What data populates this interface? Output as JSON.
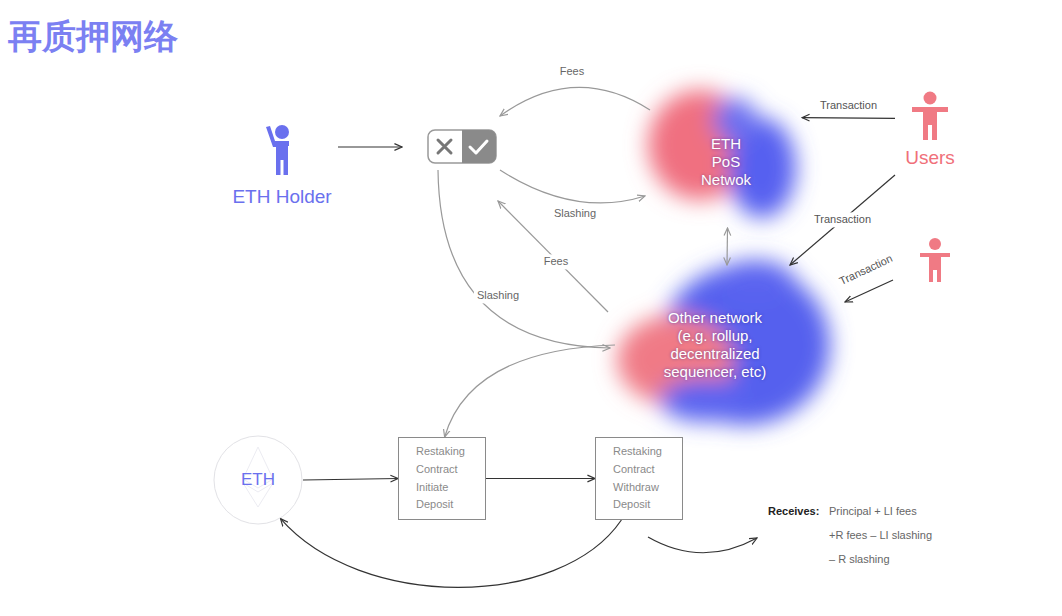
{
  "diagram": {
    "title": "再质押网络",
    "nodes": [
      {
        "text": [
          "ETH Holder"
        ]
      },
      {
        "text": [
          "ETH PoS Netwok"
        ]
      },
      {
        "text": [
          "Users"
        ]
      },
      {
        "text": [
          "Other network (e.g. rollup, decentralized sequencer, etc)"
        ]
      },
      {
        "text": [
          "ETH"
        ]
      },
      {
        "text": [
          "Restaking Contract Initiate Deposit"
        ]
      },
      {
        "text": [
          "Restaking Contract Withdraw Deposit"
        ]
      }
    ],
    "edges": [
      {
        "from": 2,
        "to": 1,
        "label": "Transaction",
        "arrow": "to"
      },
      {
        "from": 2,
        "to": 3,
        "label": "Transaction",
        "arrow": "to"
      },
      {
        "from": 1,
        "to": 3,
        "arrow": "both"
      },
      {
        "from": 3,
        "to": 5,
        "arrow": "to"
      },
      {
        "from": 4,
        "to": 5,
        "arrow": "to"
      },
      {
        "from": 5,
        "to": 6,
        "arrow": "to"
      },
      {
        "from": 6,
        "to": 4,
        "arrow": "to"
      }
    ],
    "labels": [
      "Fees",
      "Slashing",
      "Fees",
      "Slashing",
      "Transaction",
      "Receives:",
      "Principal + LI fees",
      "+R fees – LI slashing",
      "– R slashing"
    ]
  }
}
